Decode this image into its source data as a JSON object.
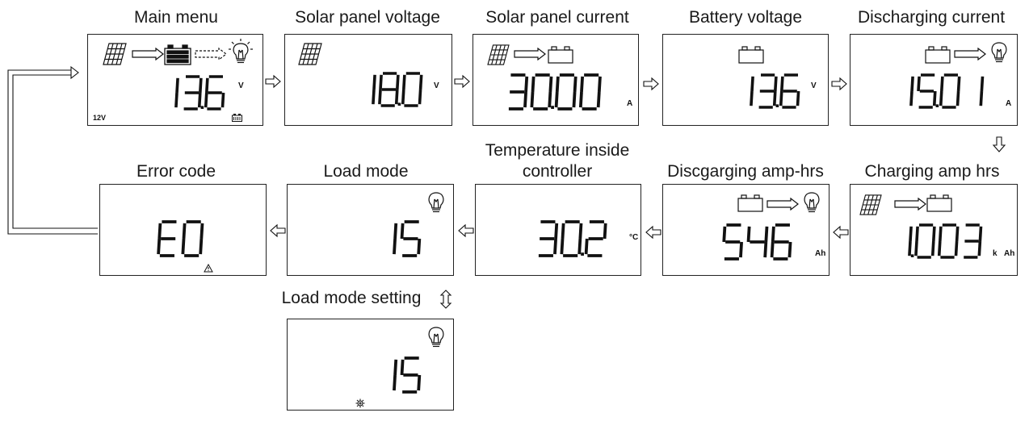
{
  "screens": {
    "main_menu": {
      "caption": "Main menu",
      "value": "13.6",
      "unit": "V",
      "voltage_tag": "12V"
    },
    "pv_voltage": {
      "caption": "Solar panel voltage",
      "value": "18.0",
      "unit": "V"
    },
    "pv_current": {
      "caption": "Solar panel current",
      "value": "30.00",
      "unit": "A"
    },
    "bat_voltage": {
      "caption": "Battery voltage",
      "value": "13.6",
      "unit": "V"
    },
    "dis_current": {
      "caption": "Discharging current",
      "value": "15.01",
      "unit": "A"
    },
    "chg_ah": {
      "caption": "Charging amp hrs",
      "value": "1.003",
      "unit_prefix": "k",
      "unit": "Ah"
    },
    "dis_ah": {
      "caption": "Discgarging amp-hrs",
      "value": "546",
      "unit": "Ah"
    },
    "temperature": {
      "caption_line1": "Temperature inside",
      "caption_line2": "controller",
      "value": "30.2",
      "unit": "°C"
    },
    "load_mode": {
      "caption": "Load mode",
      "value": "15"
    },
    "error_code": {
      "caption": "Error code",
      "value": "E0"
    },
    "load_setting": {
      "caption": "Load mode setting",
      "value": "15"
    }
  },
  "icons": [
    "moon-icon",
    "solar-panel-icon",
    "battery-icon",
    "bulb-icon",
    "warning-icon",
    "gear-icon",
    "arrow-icon"
  ]
}
